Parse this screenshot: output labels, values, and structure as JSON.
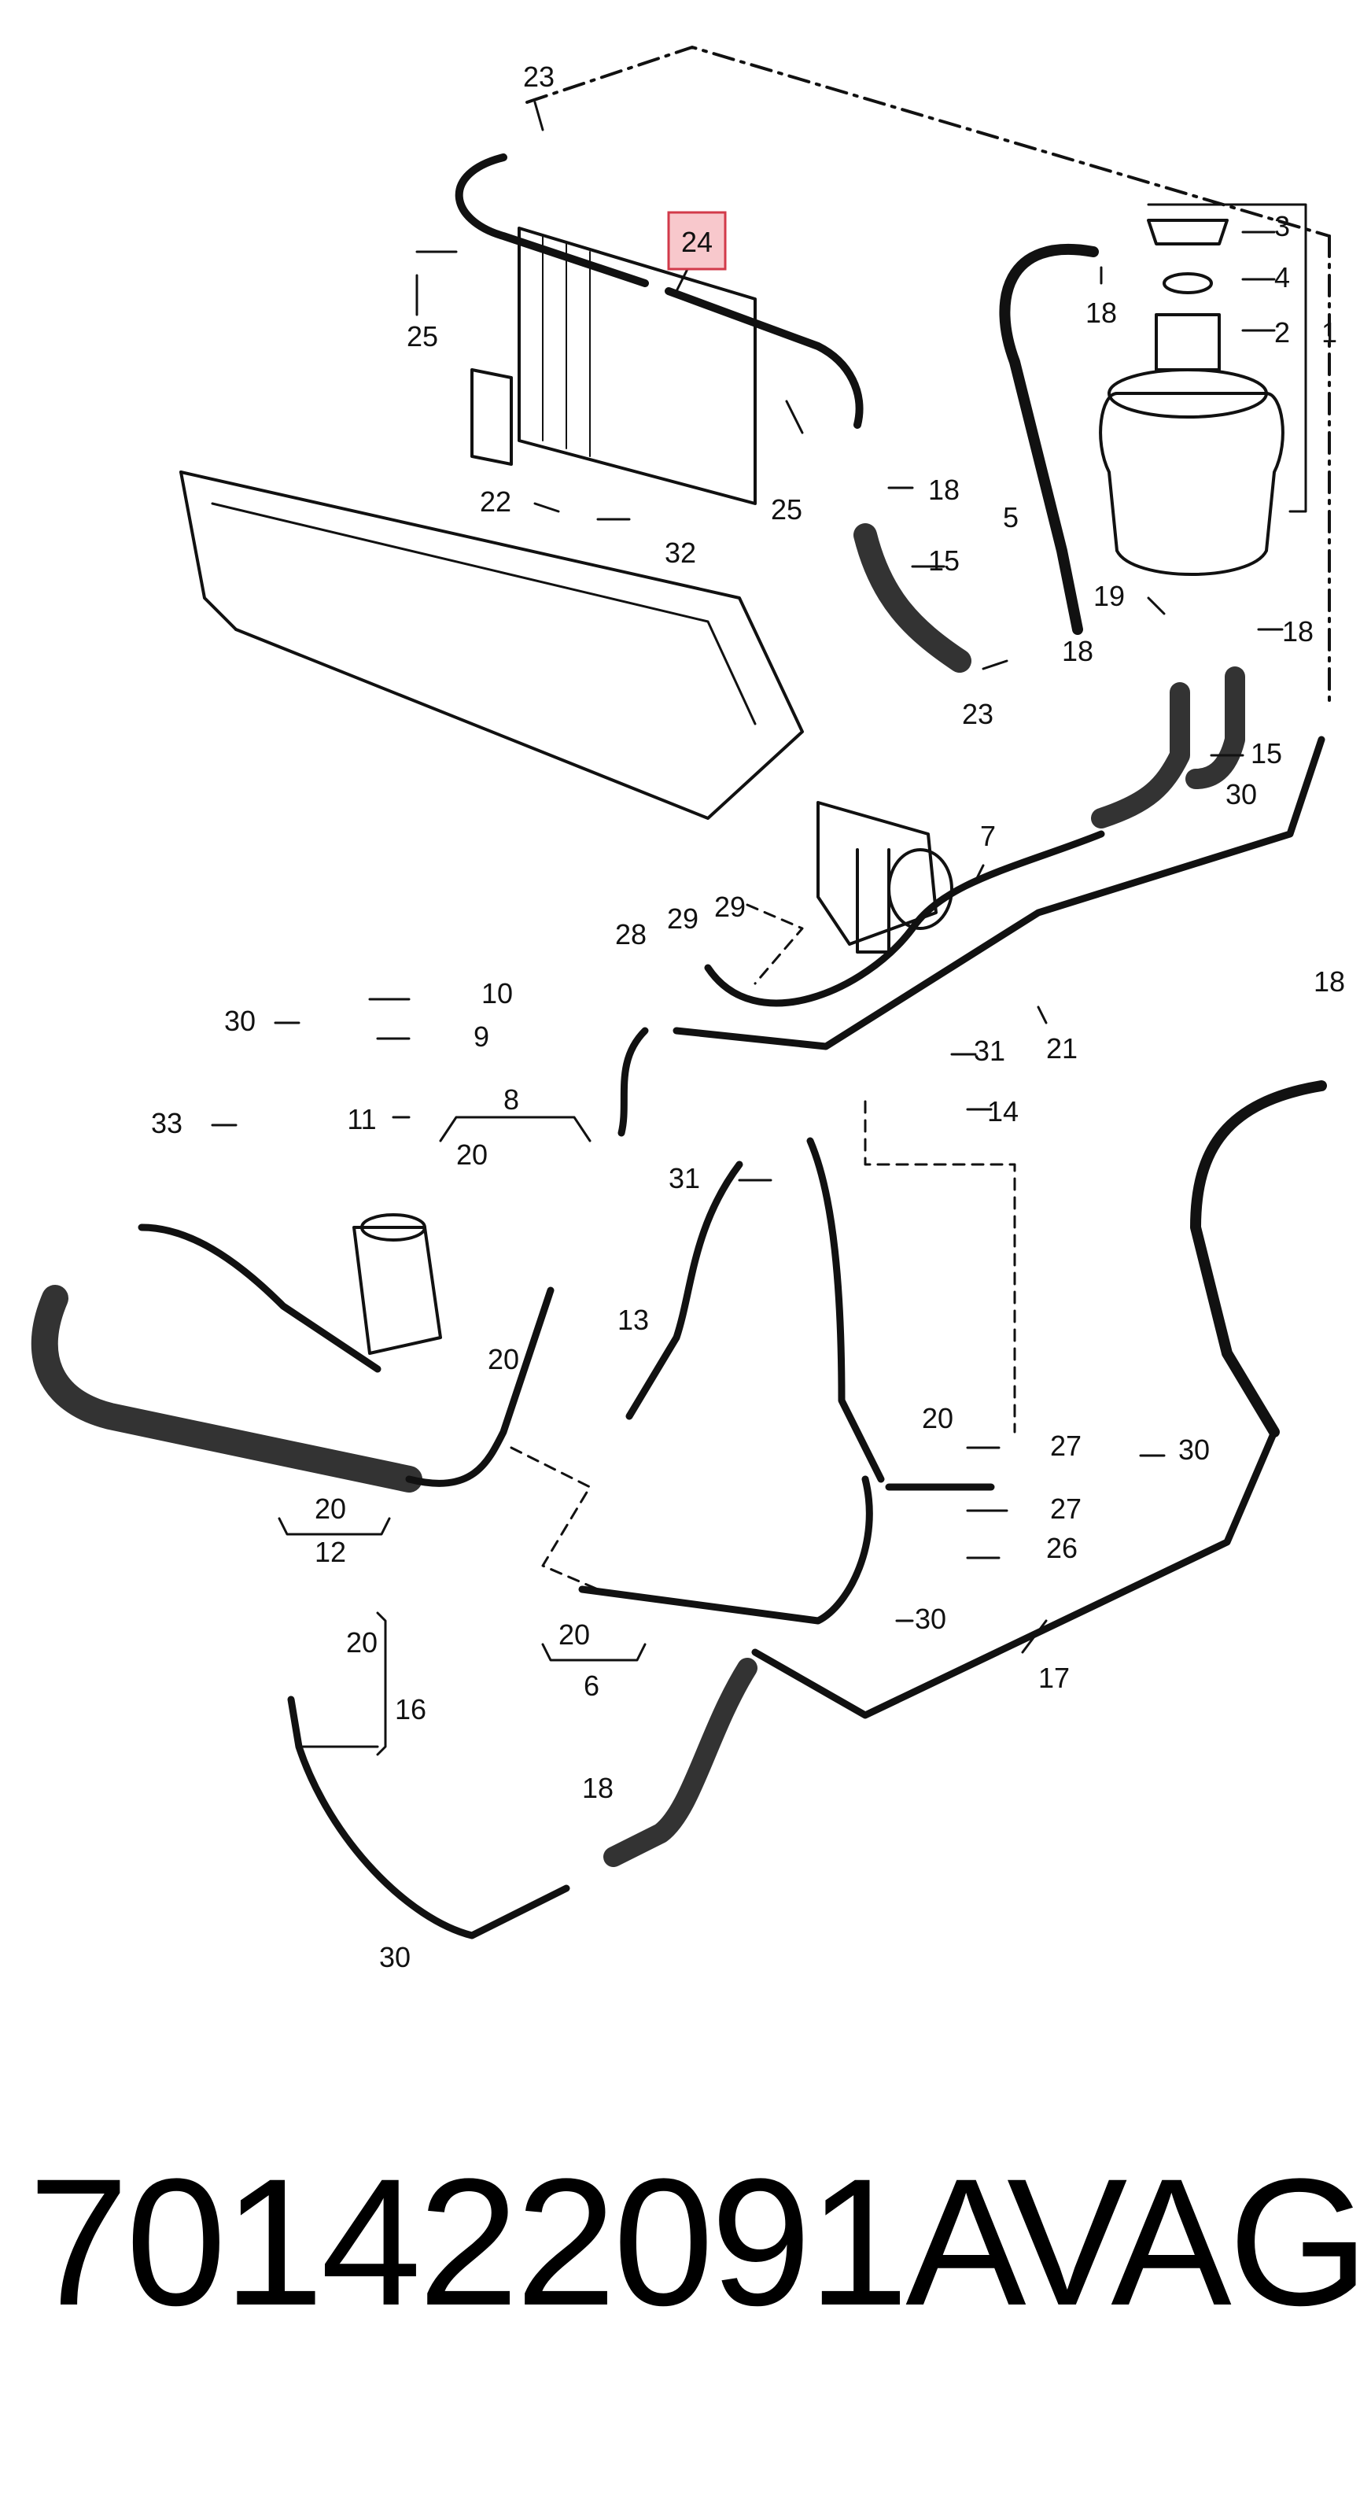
{
  "callouts": [
    {
      "id": "c1",
      "label": "1"
    },
    {
      "id": "c2",
      "label": "2"
    },
    {
      "id": "c3",
      "label": "3"
    },
    {
      "id": "c4",
      "label": "4"
    },
    {
      "id": "c5",
      "label": "5"
    },
    {
      "id": "c6",
      "label": "6"
    },
    {
      "id": "c7",
      "label": "7"
    },
    {
      "id": "c8",
      "label": "8"
    },
    {
      "id": "c9",
      "label": "9"
    },
    {
      "id": "c10",
      "label": "10"
    },
    {
      "id": "c11",
      "label": "11"
    },
    {
      "id": "c12",
      "label": "12"
    },
    {
      "id": "c13",
      "label": "13"
    },
    {
      "id": "c14",
      "label": "14"
    },
    {
      "id": "c15a",
      "label": "15"
    },
    {
      "id": "c15b",
      "label": "15"
    },
    {
      "id": "c16",
      "label": "16"
    },
    {
      "id": "c17",
      "label": "17"
    },
    {
      "id": "c18a",
      "label": "18"
    },
    {
      "id": "c18b",
      "label": "18"
    },
    {
      "id": "c18c",
      "label": "18"
    },
    {
      "id": "c18d",
      "label": "18"
    },
    {
      "id": "c18e",
      "label": "18"
    },
    {
      "id": "c18f",
      "label": "18"
    },
    {
      "id": "c19",
      "label": "19"
    },
    {
      "id": "c20a",
      "label": "20"
    },
    {
      "id": "c20b",
      "label": "20"
    },
    {
      "id": "c20c",
      "label": "20"
    },
    {
      "id": "c20d",
      "label": "20"
    },
    {
      "id": "c20e",
      "label": "20"
    },
    {
      "id": "c20f",
      "label": "20"
    },
    {
      "id": "c21",
      "label": "21"
    },
    {
      "id": "c22",
      "label": "22"
    },
    {
      "id": "c23a",
      "label": "23"
    },
    {
      "id": "c23b",
      "label": "23"
    },
    {
      "id": "c24",
      "label": "24"
    },
    {
      "id": "c25a",
      "label": "25"
    },
    {
      "id": "c25b",
      "label": "25"
    },
    {
      "id": "c26",
      "label": "26"
    },
    {
      "id": "c27a",
      "label": "27"
    },
    {
      "id": "c27b",
      "label": "27"
    },
    {
      "id": "c28",
      "label": "28"
    },
    {
      "id": "c29a",
      "label": "29"
    },
    {
      "id": "c29b",
      "label": "29"
    },
    {
      "id": "c30a",
      "label": "30"
    },
    {
      "id": "c30b",
      "label": "30"
    },
    {
      "id": "c30c",
      "label": "30"
    },
    {
      "id": "c30d",
      "label": "30"
    },
    {
      "id": "c30e",
      "label": "30"
    },
    {
      "id": "c31a",
      "label": "31"
    },
    {
      "id": "c31b",
      "label": "31"
    },
    {
      "id": "c32",
      "label": "32"
    },
    {
      "id": "c33",
      "label": "33"
    }
  ],
  "highlight": {
    "label": "24",
    "fill": "#f8c8cc",
    "stroke": "#d23a4a"
  },
  "footer": {
    "part_number": "701422091A",
    "brand": "VAG"
  }
}
